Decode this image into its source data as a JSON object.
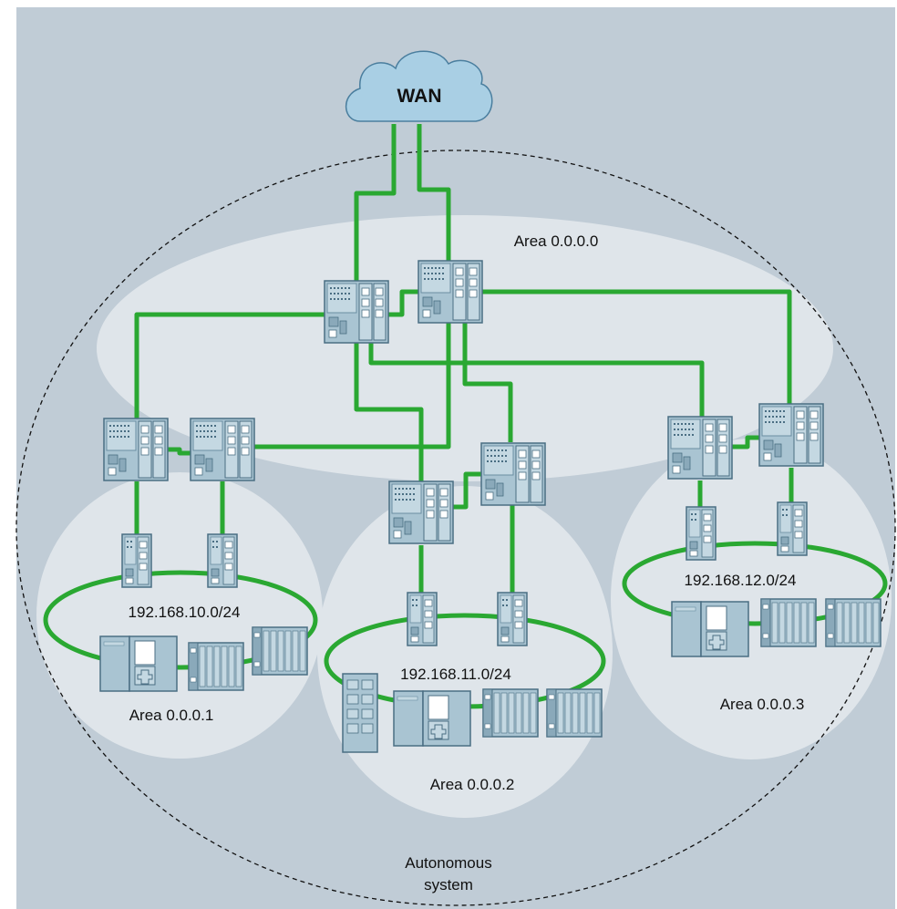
{
  "wan": {
    "label": "WAN"
  },
  "areas": {
    "backbone": "Area 0.0.0.0",
    "area1": "Area 0.0.0.1",
    "area2": "Area 0.0.0.2",
    "area3": "Area 0.0.0.3"
  },
  "subnets": {
    "area1": "192.168.10.0/24",
    "area2": "192.168.11.0/24",
    "area3": "192.168.12.0/24"
  },
  "boundary": {
    "line1": "Autonomous",
    "line2": "system"
  },
  "colors": {
    "background": "#c0ccd6",
    "area_fill": "#dfe5ea",
    "link": "#2aa832",
    "device": "#a9c4d2",
    "device_stroke": "#4a6e83",
    "cloud": "#a9cfe4"
  }
}
